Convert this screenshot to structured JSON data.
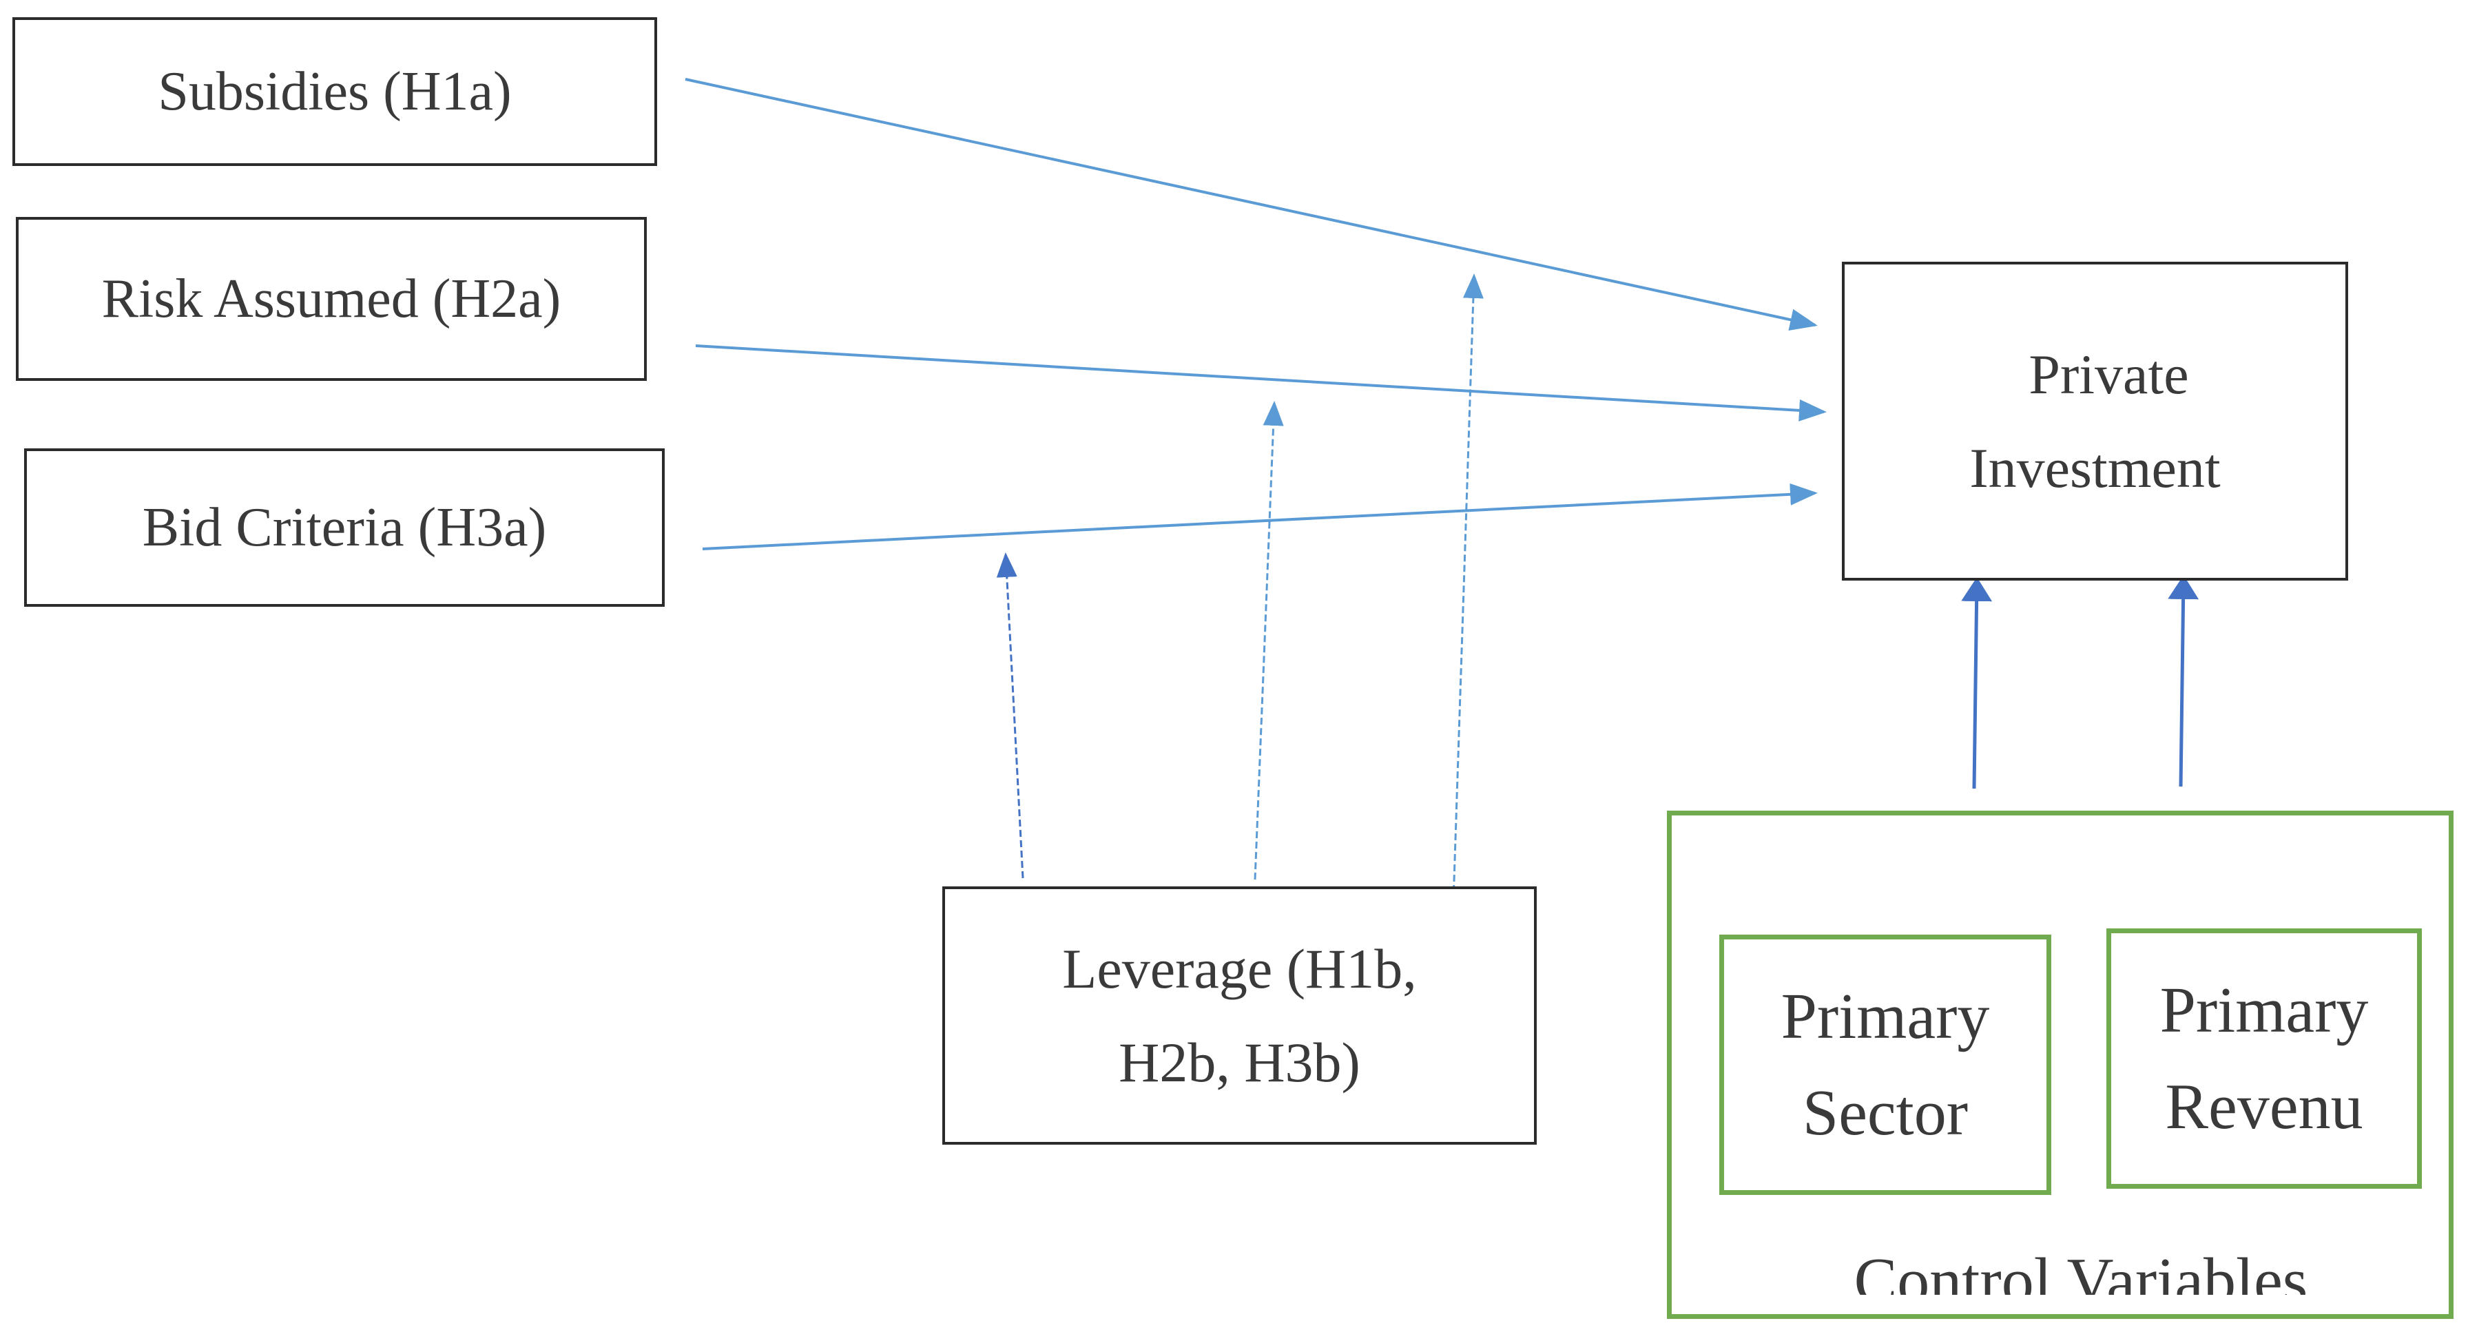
{
  "diagram": {
    "subsidies": "Subsidies (H1a)",
    "risk_assumed": "Risk Assumed (H2a)",
    "bid_criteria": "Bid Criteria (H3a)",
    "private_investment": [
      "Private",
      "Investment"
    ],
    "leverage": [
      "Leverage (H1b,",
      "H2b, H3b)"
    ],
    "primary_sector": [
      "Primary",
      "Sector"
    ],
    "primary_revenue": [
      "Primary",
      "Revenu"
    ],
    "control_variables": "Control Variables"
  },
  "colors": {
    "arrow_light": "#5b9bd5",
    "arrow_dark": "#4472c4",
    "control_border": "#71ab4f",
    "box_border": "#2b2b2b",
    "text": "#3a3a3a"
  }
}
